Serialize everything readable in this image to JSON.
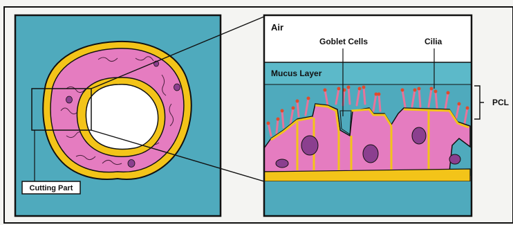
{
  "labels": {
    "air": "Air",
    "goblet_cells": "Goblet Cells",
    "cilia": "Cilia",
    "mucus_layer": "Mucus Layer",
    "pcl": "PCL",
    "cutting_part": "Cutting Part"
  },
  "colors": {
    "page": "#f4f4f2",
    "lumen_bg": "#4faabd",
    "mucus_band": "#5cb9c9",
    "air": "#ffffff",
    "mucosa_pink": "#e57cc0",
    "cilia_pink": "#e8739a",
    "cilia_tip": "#e14b2c",
    "cartilage_yellow": "#f3c419",
    "nucleus_purple": "#8b3f8f",
    "outline": "#111111"
  }
}
